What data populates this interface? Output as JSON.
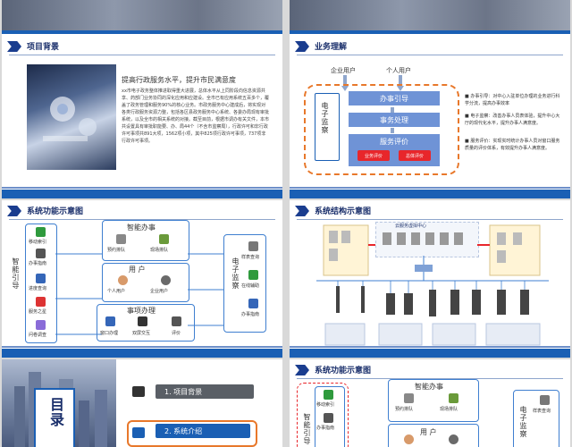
{
  "slide1": {
    "title": "项目背景",
    "subtitle": "提高行政服务水平，提升市民满意度",
    "paragraph": "xx市电子政务整体推进取得重大进展，总体水平从上同阶段向信息资源共享、药部门业务协同的深化应用和应建设。全市已有应用系统五百多个，覆盖了政务管理和服务90%的核心业务。市政务服务中心建成后，将实现对各类行政服务资源力整，包括各区县政务服务中心系统、各委办局现有审批系统，以及全市的相关系统的对接。截至目前，根据市调办有关文件，本市共设置具有审批职能要、办、局44个（不含市监察局），行政许可和非行政许可事项共891大项，1562项小项，其中825项行政许可事项，737项非行政许可事项。"
  },
  "slide2": {
    "title": "业务理解",
    "enterprise_user": "企业用户",
    "personal_user": "个人用户",
    "side_label": "电子监察",
    "step1": "办事引导",
    "step2": "事务处理",
    "step3": "服务评价",
    "btn1": "业务评价",
    "btn2": "总体评价",
    "bullets": [
      "办事引导：对中心入驻单位办理的业务进行科学分流，提高办事效率",
      "电子监察：改善办事人员表体验，提升中心大厅的现代化水平，提升办事人满意度。",
      "服务评价：实现实时统计办事人员对窗口服务质量的评价体系，有效提升办事人满意度。"
    ]
  },
  "slide3": {
    "title": "系统功能示意图",
    "left_label": "智能引导",
    "left_items": [
      "移动索引",
      "办事指南",
      "进度查询",
      "服务之星",
      "问卷调查"
    ],
    "top_label": "智能办事",
    "top_items": [
      "预约排队",
      "现场排队"
    ],
    "center_label": "用 户",
    "center_items": [
      "个人用户",
      "企业用户"
    ],
    "bottom_label": "事项办理",
    "bottom_items": [
      "窗口办理",
      "双屏交互",
      "评价"
    ],
    "right_label": "电子监察",
    "right_items": [
      "样表查询",
      "在线辅助",
      "办事指南"
    ]
  },
  "slide4": {
    "title": "系统结构示意图",
    "center_label": "云服务虚拟中心"
  },
  "slide5": {
    "title": "目录",
    "items": [
      "1. 项目背景",
      "2. 系统介绍"
    ]
  },
  "slide6": {
    "title": "系统功能示意图",
    "left_label": "智能引导",
    "left_items": [
      "移动索引",
      "办事指南"
    ],
    "top_label": "智能办事",
    "top_items": [
      "预约排队",
      "现场排队"
    ],
    "center_label": "用 户",
    "right_label": "电子监察",
    "right_items": [
      "样表查询"
    ]
  },
  "colors": {
    "primary": "#1a5fb4",
    "dark": "#1a2f6b",
    "orange": "#e8782b",
    "red": "#e8262b"
  }
}
